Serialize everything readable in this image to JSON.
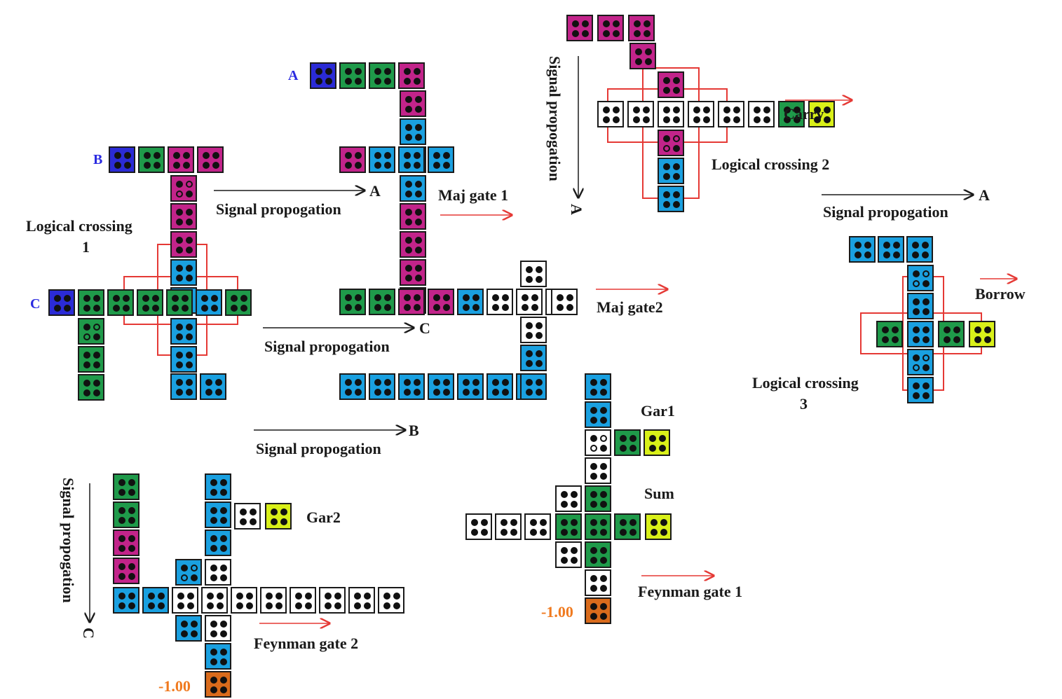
{
  "colors": {
    "B": "#2b2bd6",
    "G": "#1f9a4a",
    "M": "#c2248a",
    "C": "#1aa0e0",
    "W": "#ffffff",
    "Y": "#d9f019",
    "O": "#d96b1c",
    "text_port": "#2a2ae0",
    "text_negative": "#f07a1f",
    "arrow_red": "#e53935"
  },
  "icons": {
    "qca_cell": "qca-cell-icon",
    "signal_arrow": "arrow-right-icon"
  },
  "labels": {
    "port_a": "A",
    "port_b": "B",
    "port_c": "C",
    "logical_crossing_1_title": "Logical crossing",
    "logical_crossing_1_num": "1",
    "logical_crossing_2": "Logical crossing  2",
    "logical_crossing_3_title": "Logical crossing",
    "logical_crossing_3_num": "3",
    "signal_propagation": "Signal propogation",
    "maj_gate_1": "Maj gate 1",
    "maj_gate_2": "Maj gate2",
    "carry": "Carry",
    "borrow": "Borrow",
    "gar1": "Gar1",
    "gar2": "Gar2",
    "sum": "Sum",
    "feynman_gate_1": "Feynman gate  1",
    "feynman_gate_2": "Feynman gate  2",
    "negative_value": "-1.00",
    "arrow_target_a": "A",
    "arrow_target_b": "B",
    "arrow_target_c": "C"
  }
}
